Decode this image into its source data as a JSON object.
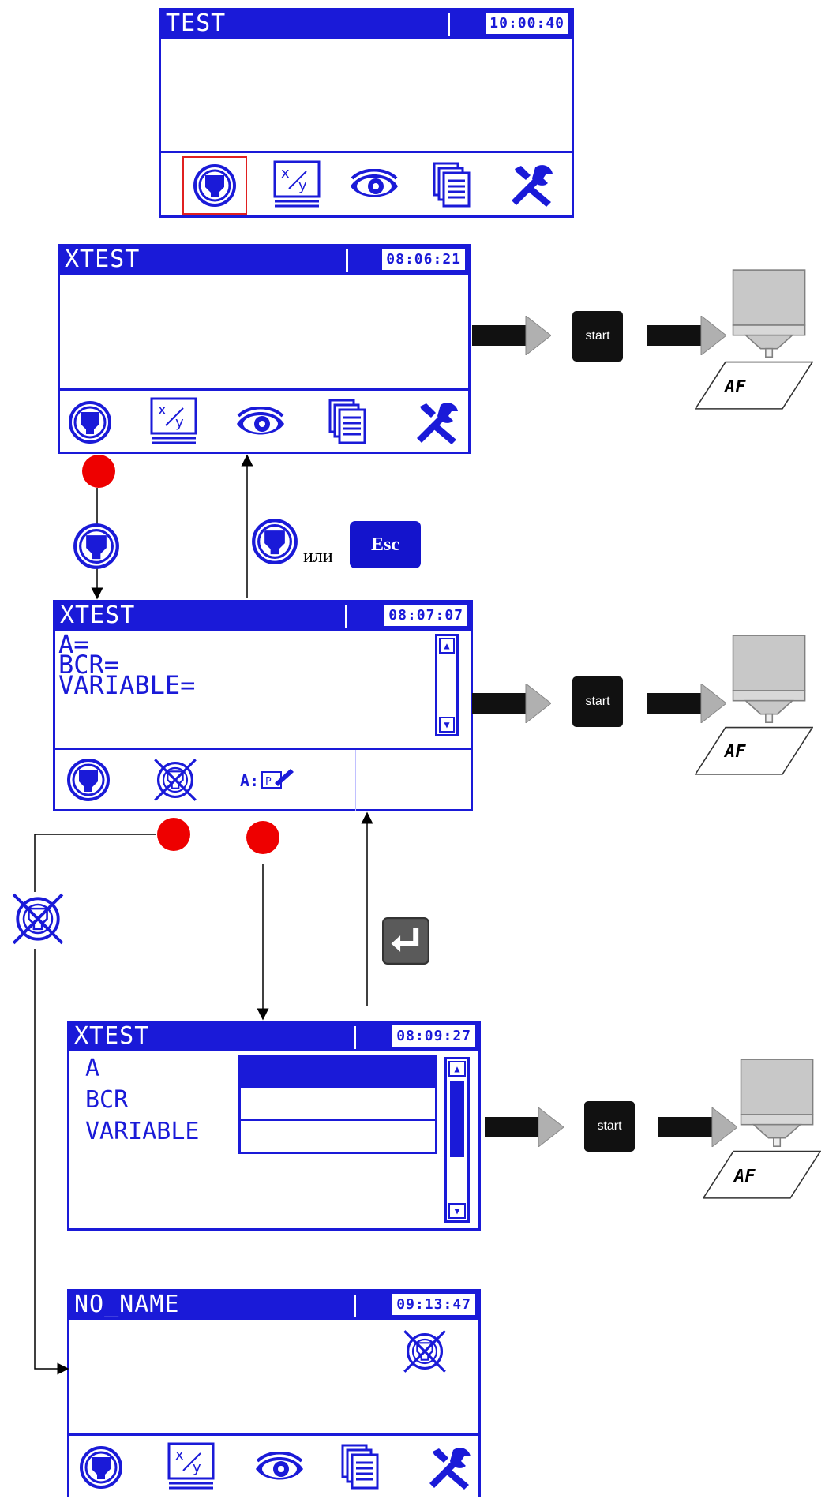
{
  "screens": [
    {
      "title": "TEST",
      "time": "10:00:40"
    },
    {
      "title": "XTEST",
      "time": "08:06:21"
    },
    {
      "title": "XTEST",
      "time": "08:07:07",
      "lines": [
        "A=",
        "BCR=",
        "VARIABLE="
      ],
      "bar_label": "A:"
    },
    {
      "title": "XTEST",
      "time": "08:09:27",
      "fields": [
        "A",
        "BCR",
        "VARIABLE"
      ]
    },
    {
      "title": "NO_NAME",
      "time": "09:13:47"
    }
  ],
  "flow": {
    "start_label": "start",
    "esc_label": "Esc",
    "or_label": "или",
    "print_text": "AF"
  },
  "icons": [
    "print-icon",
    "variables-icon",
    "eye-icon",
    "copy-icon",
    "tools-icon",
    "no-print-icon",
    "edit-icon",
    "enter-key-icon"
  ],
  "colors": {
    "screen_blue": "#1a1ad8",
    "dot_red": "#ee0000",
    "arrow_gray": "#b0b0b0"
  }
}
